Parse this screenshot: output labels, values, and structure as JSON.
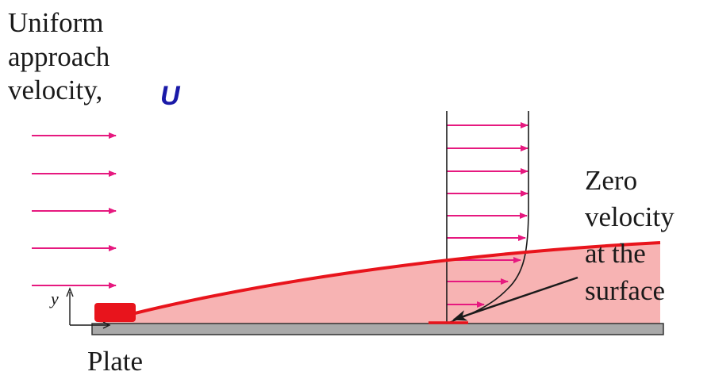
{
  "labels": {
    "uniform_line1": "Uniform",
    "uniform_line2": "approach",
    "uniform_line3": "velocity,",
    "symbol_U": "U",
    "zero_line1": "Zero",
    "zero_line2": "velocity",
    "zero_line3": "at the",
    "zero_line4": "surface",
    "plate": "Plate",
    "y_axis": "y"
  },
  "colors": {
    "arrow": "#e6197f",
    "boundary_layer_fill": "#f7b3b3",
    "boundary_curve": "#e8141c",
    "plate": "#a9a9a9",
    "text": "#1a1a1a",
    "symbol_U": "#1a1aa8"
  }
}
